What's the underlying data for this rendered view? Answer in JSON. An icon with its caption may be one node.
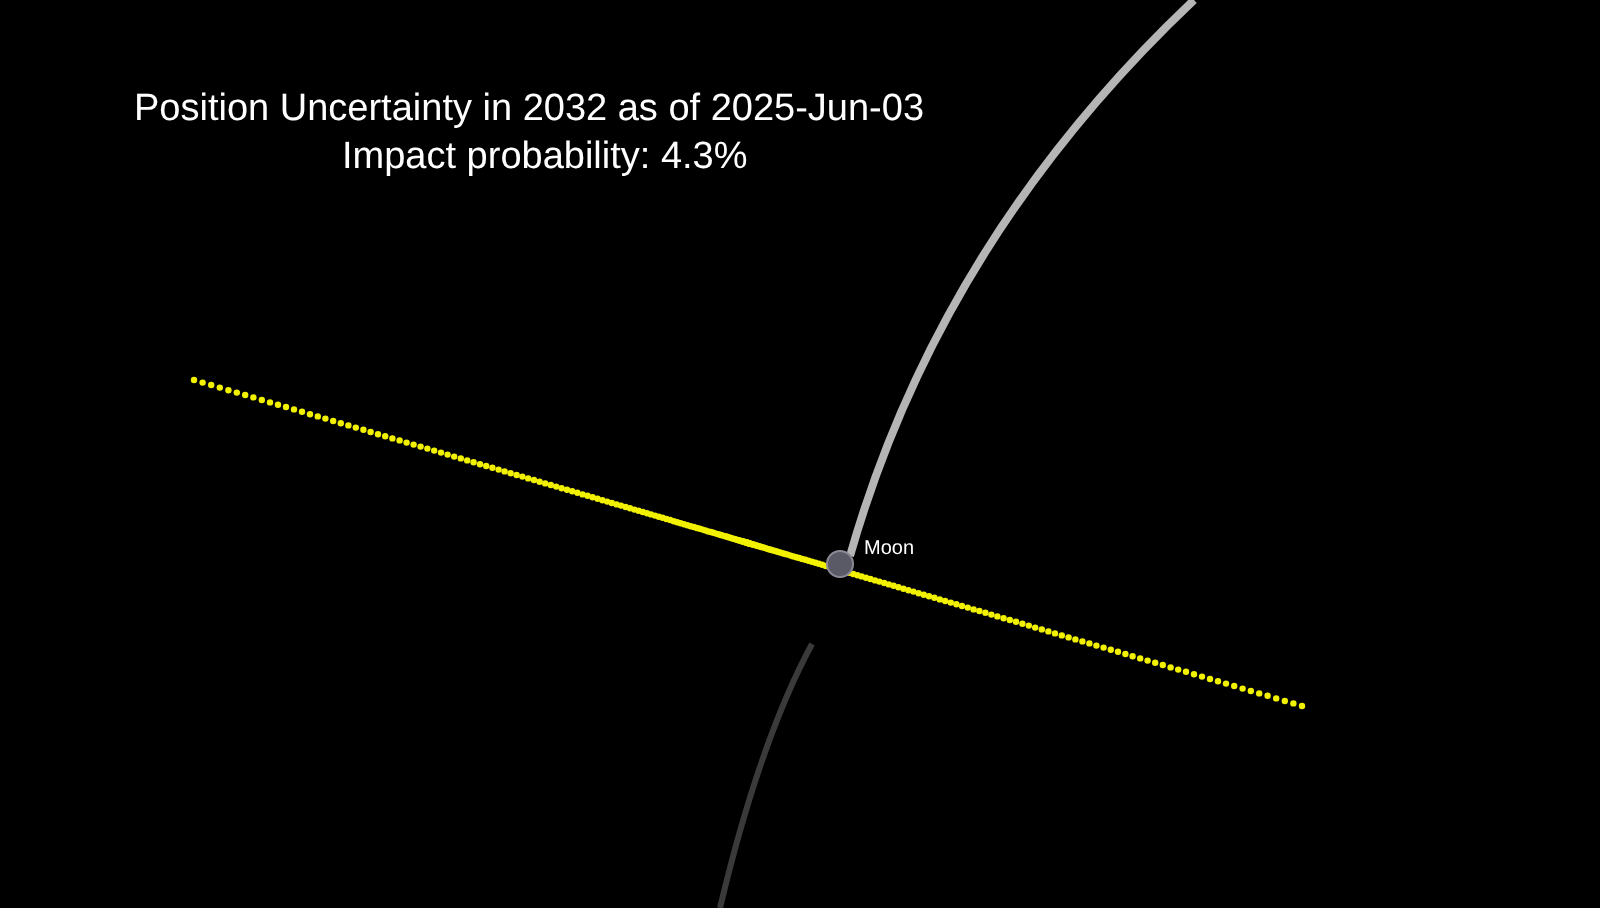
{
  "diagram": {
    "title": "Position Uncertainty in 2032 as of 2025-Jun-03",
    "labels": [
      "Impact probability: 4.3%",
      "Moon"
    ]
  }
}
